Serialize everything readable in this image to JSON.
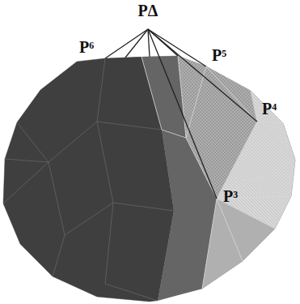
{
  "diagram": {
    "labels": [
      "PΔ",
      "P⁶",
      "P⁵",
      "P⁴",
      "P³"
    ]
  }
}
